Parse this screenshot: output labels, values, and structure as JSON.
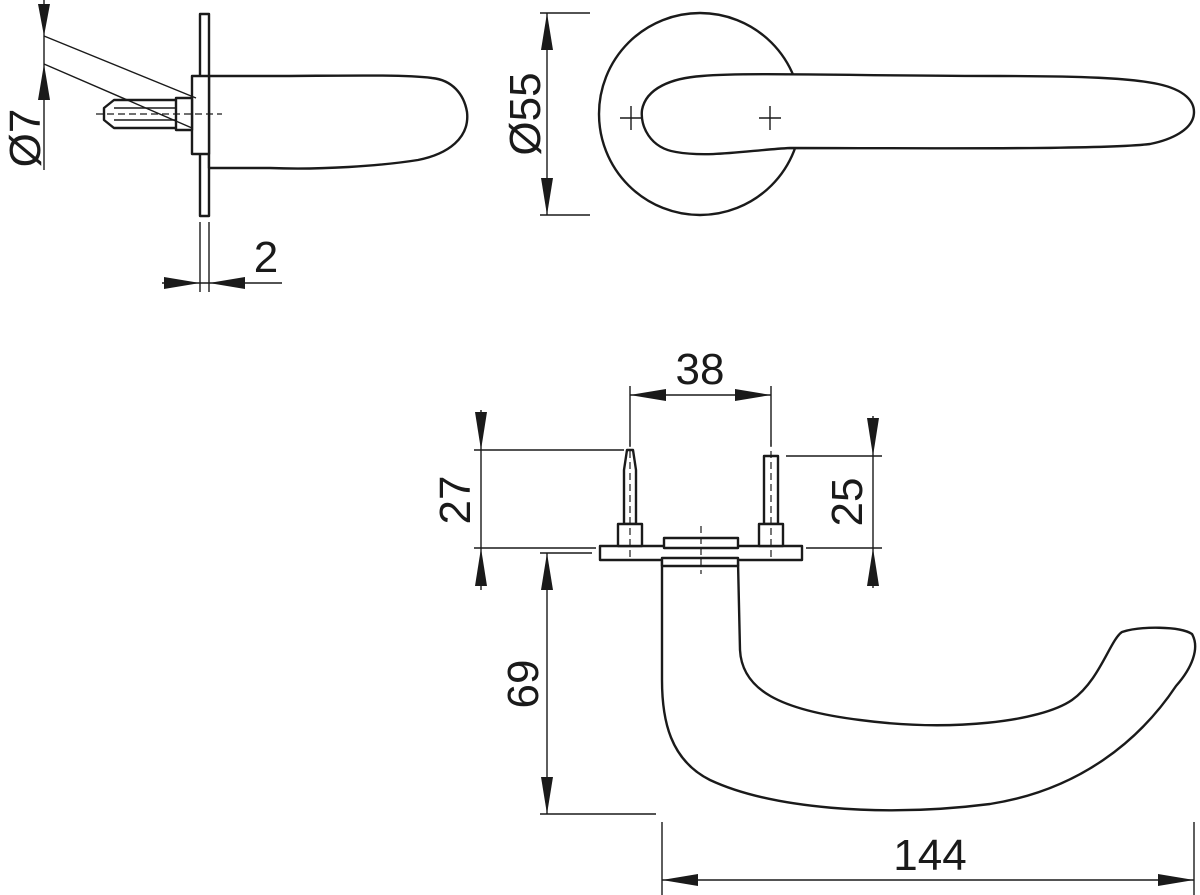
{
  "dimensions": {
    "pin_diameter": "Ø7",
    "rose_thickness": "2",
    "rose_diameter": "Ø55",
    "screw_spacing": "38",
    "pin_height_left": "27",
    "pin_height_right": "25",
    "lever_drop": "69",
    "lever_length": "144"
  },
  "colors": {
    "line": "#1a1a1a",
    "background": "#ffffff"
  }
}
